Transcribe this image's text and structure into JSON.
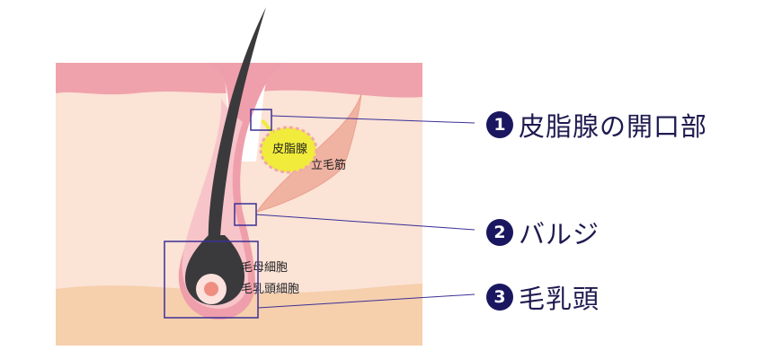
{
  "labels": {
    "sebaceous_gland": "皮脂腺",
    "arrector_pili": "立毛筋",
    "hair_matrix": "毛母細胞",
    "dermal_papilla_cells": "毛乳頭細胞"
  },
  "callouts": [
    {
      "number": "1",
      "text": "皮脂腺の開口部"
    },
    {
      "number": "2",
      "text": "バルジ"
    },
    {
      "number": "3",
      "text": "毛乳頭"
    }
  ],
  "colors": {
    "skin_surface": "#efa2ab",
    "dermis": "#fbe3d6",
    "subcutis": "#f6cfad",
    "follicle": "#ef9fab",
    "hair": "#3a3a3c",
    "gland": "#f1ec3b",
    "muscle": "#f0b3a2",
    "marker": "#3a3096",
    "badge": "#1a1760"
  }
}
